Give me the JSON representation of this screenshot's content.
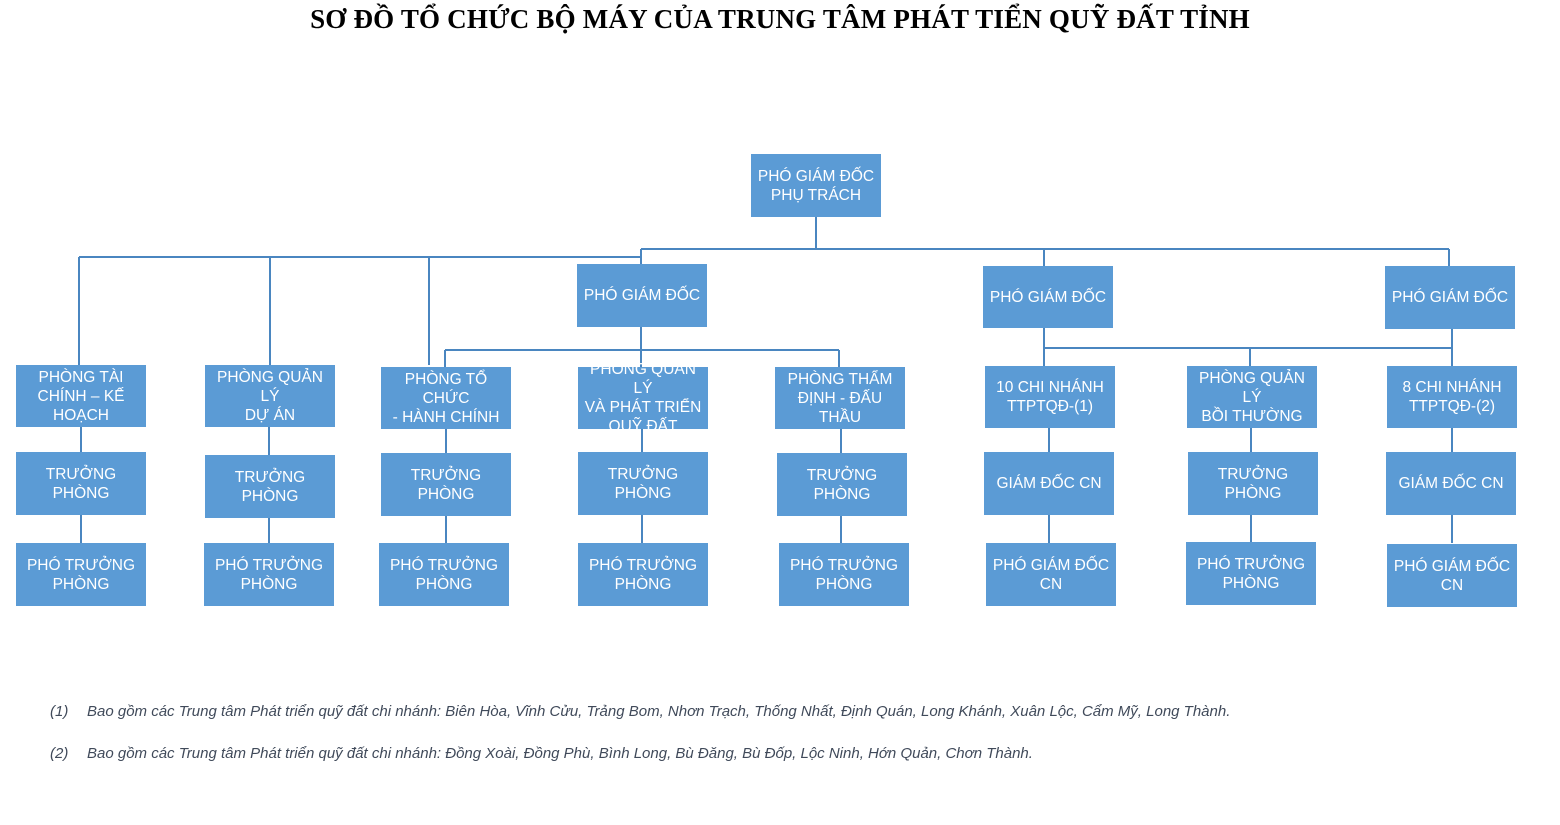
{
  "title": "SƠ ĐỒ TỔ CHỨC BỘ MÁY CỦA TRUNG TÂM PHÁT TIỂN QUỸ ĐẤT TỈNH",
  "colors": {
    "box": "#5b9bd5",
    "line": "#4a86c0",
    "text": "#ffffff"
  },
  "nodes": {
    "top": "PHÓ GIÁM ĐỐC\nPHỤ TRÁCH",
    "deputy1": "PHÓ GIÁM ĐỐC",
    "deputy2": "PHÓ GIÁM ĐỐC",
    "deputy3": "PHÓ GIÁM ĐỐC",
    "dept1": "PHÒNG TÀI\nCHÍNH – KẾ\nHOẠCH",
    "dept2": "PHÒNG QUẢN LÝ\nDỰ ÁN",
    "dept3": "PHÒNG TỔ CHỨC\n-  HÀNH CHÍNH",
    "dept4": "PHÒNG QUẢN LÝ\nVÀ PHÁT TRIỂN\nQUỸ ĐẤT",
    "dept5": "PHÒNG THẨM\nĐỊNH - ĐẤU\nTHẦU",
    "dept6": "10 CHI NHÁNH\nTTPTQĐ-(1)",
    "dept7": "PHÒNG QUẢN LÝ\nBỒI THƯỜNG",
    "dept8": "8 CHI NHÁNH\nTTPTQĐ-(2)",
    "head1": "TRƯỞNG PHÒNG",
    "head2": "TRƯỞNG PHÒNG",
    "head3": "TRƯỞNG PHÒNG",
    "head4": "TRƯỞNG PHÒNG",
    "head5": "TRƯỞNG PHÒNG",
    "head6": "GIÁM ĐỐC CN",
    "head7": "TRƯỞNG PHÒNG",
    "head8": "GIÁM ĐỐC CN",
    "vice1": "PHÓ TRƯỞNG\nPHÒNG",
    "vice2": "PHÓ TRƯỞNG\nPHÒNG",
    "vice3": "PHÓ TRƯỞNG\nPHÒNG",
    "vice4": "PHÓ TRƯỞNG\nPHÒNG",
    "vice5": "PHÓ TRƯỞNG\nPHÒNG",
    "vice6": "PHÓ GIÁM ĐỐC\nCN",
    "vice7": "PHÓ TRƯỞNG\nPHÒNG",
    "vice8": "PHÓ GIÁM ĐỐC\nCN"
  },
  "notes": [
    {
      "num": "(1)",
      "text": "Bao gồm các Trung tâm Phát triển quỹ đất chi nhánh: Biên Hòa, Vĩnh Cửu, Trảng Bom, Nhơn Trạch, Thống Nhất, Định Quán, Long Khánh, Xuân Lộc, Cẩm Mỹ, Long Thành."
    },
    {
      "num": "(2)",
      "text": "Bao gồm các Trung tâm Phát triển quỹ đất chi nhánh: Đồng Xoài, Đồng Phù, Bình Long, Bù Đăng, Bù Đốp, Lộc Ninh, Hớn Quản, Chơn Thành."
    }
  ]
}
